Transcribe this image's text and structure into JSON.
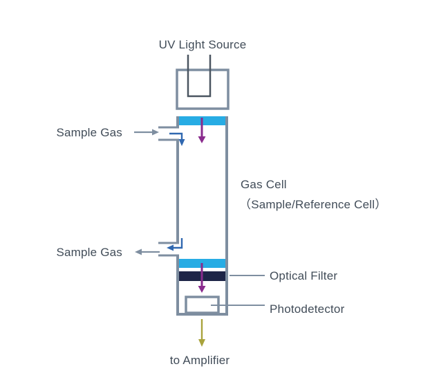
{
  "labels": {
    "uv_light_source": "UV Light Source",
    "sample_gas_inlet": "Sample Gas",
    "sample_gas_outlet": "Sample Gas",
    "gas_cell_line1": "Gas Cell",
    "gas_cell_line2": "（Sample/Reference Cell）",
    "optical_filter": "Optical Filter",
    "photodetector": "Photodetector",
    "to_amplifier": "to Amplifier"
  },
  "colors": {
    "outline_gray": "#7e8ea0",
    "label_text": "#414c58",
    "cell_window_cyan": "#27ace4",
    "optical_filter_navy": "#1e2547",
    "uv_light_purple": "#8a2b8d",
    "gas_flow_blue": "#3068b0",
    "signal_arrow_olive": "#a9a33c",
    "lamp_lead_dark": "#4a5560"
  },
  "icons": {
    "uv_light_arrows": "arrow-down",
    "gas_inlet_arrow": "arrow-right",
    "gas_outlet_arrow": "arrow-left",
    "amplifier_arrow": "arrow-down"
  }
}
